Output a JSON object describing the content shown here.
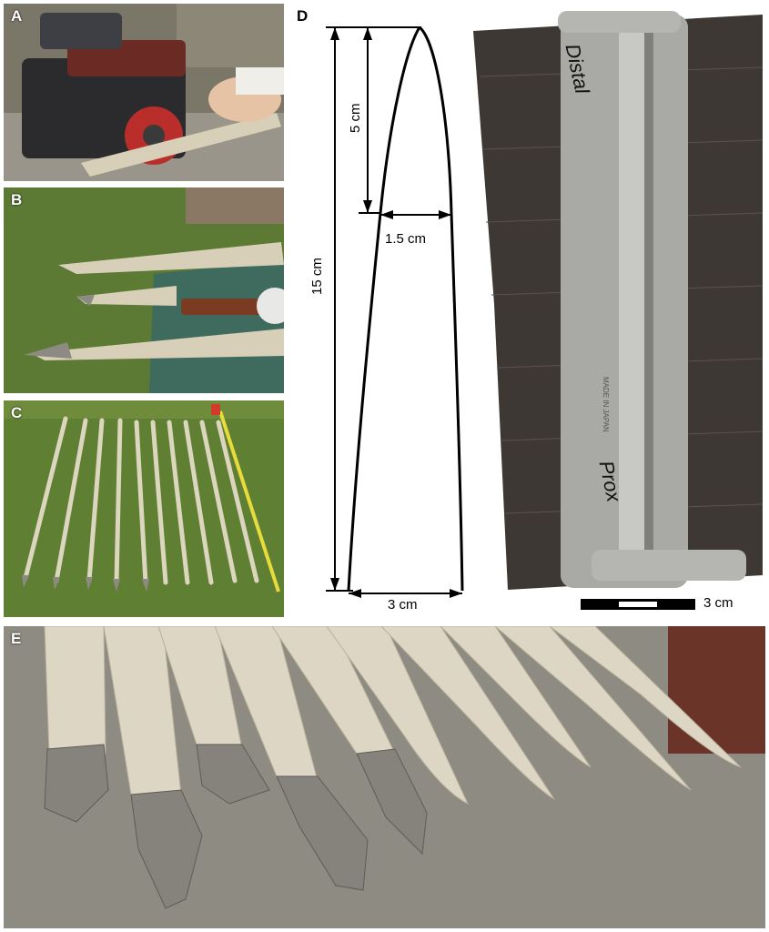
{
  "panels": {
    "a": {
      "label": "A"
    },
    "b": {
      "label": "B"
    },
    "c": {
      "label": "C"
    },
    "d": {
      "label": "D",
      "dim_total_length": "15 cm",
      "dim_tip_length": "5 cm",
      "dim_mid_width": "1.5 cm",
      "dim_base_width": "3 cm",
      "gauge_text_distal": "Distal",
      "gauge_text_prox": "Prox",
      "gauge_stamp": "MADE IN JAPAN",
      "scale_bar_label": "3 cm"
    },
    "e": {
      "label": "E"
    }
  },
  "colors": {
    "grass": "#5c7a34",
    "wood": "#d8cfb8",
    "stone": "#8c8a82",
    "metal": "#a9aaa6",
    "ink": "#000000"
  }
}
